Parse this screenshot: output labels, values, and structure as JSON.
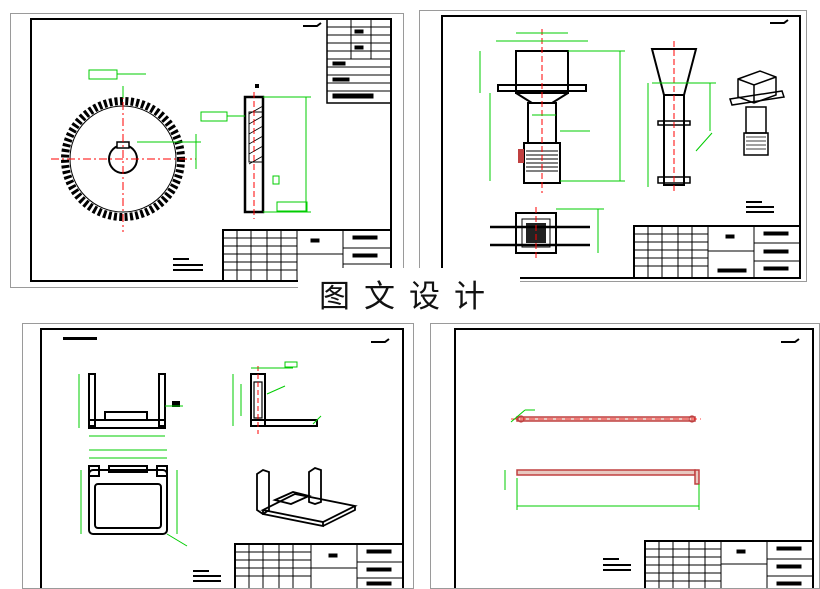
{
  "caption": "图文设计",
  "colors": {
    "frame": "#000000",
    "dimension": "#00cc00",
    "centerline": "#ff0000",
    "section": "#c04040",
    "hatch": "#000000"
  },
  "sheets": [
    {
      "id": "sheet-gear",
      "parts": [
        "gear-front-view",
        "gear-side-section"
      ]
    },
    {
      "id": "sheet-hopper",
      "parts": [
        "hopper-front-view",
        "hopper-side-view",
        "hopper-isometric",
        "hopper-top-view"
      ]
    },
    {
      "id": "sheet-bracket",
      "parts": [
        "bracket-front-view",
        "bracket-side-view",
        "bracket-top-view",
        "bracket-isometric"
      ]
    },
    {
      "id": "sheet-rod",
      "parts": [
        "rod-upper-view",
        "rod-lower-view"
      ]
    }
  ]
}
